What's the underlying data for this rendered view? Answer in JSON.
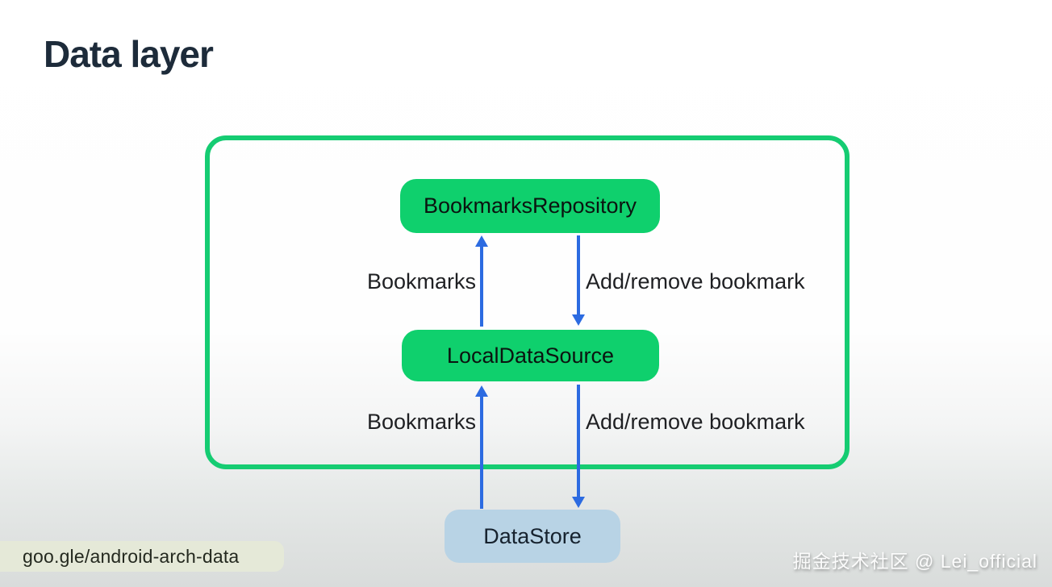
{
  "slide": {
    "title": "Data layer",
    "footer_link": "goo.gle/android-arch-data",
    "watermark": "掘金技术社区 @ Lei_official"
  },
  "diagram": {
    "nodes": [
      {
        "id": "repository",
        "label": "BookmarksRepository",
        "color": "green"
      },
      {
        "id": "local_data_source",
        "label": "LocalDataSource",
        "color": "green"
      },
      {
        "id": "data_store",
        "label": "DataStore",
        "color": "light-blue"
      }
    ],
    "edges": [
      {
        "from": "LocalDataSource",
        "to": "BookmarksRepository",
        "direction": "up",
        "label": "Bookmarks"
      },
      {
        "from": "BookmarksRepository",
        "to": "LocalDataSource",
        "direction": "down",
        "label": "Add/remove bookmark"
      },
      {
        "from": "DataStore",
        "to": "LocalDataSource",
        "direction": "up",
        "label": "Bookmarks"
      },
      {
        "from": "LocalDataSource",
        "to": "DataStore",
        "direction": "down",
        "label": "Add/remove bookmark"
      }
    ]
  },
  "colors": {
    "green": "#0fd06d",
    "greenBorder": "#15cc72",
    "arrow": "#2c6be1",
    "datastore": "#b8d3e5",
    "title": "#1d2b3a",
    "pill": "#e5e9d8"
  }
}
